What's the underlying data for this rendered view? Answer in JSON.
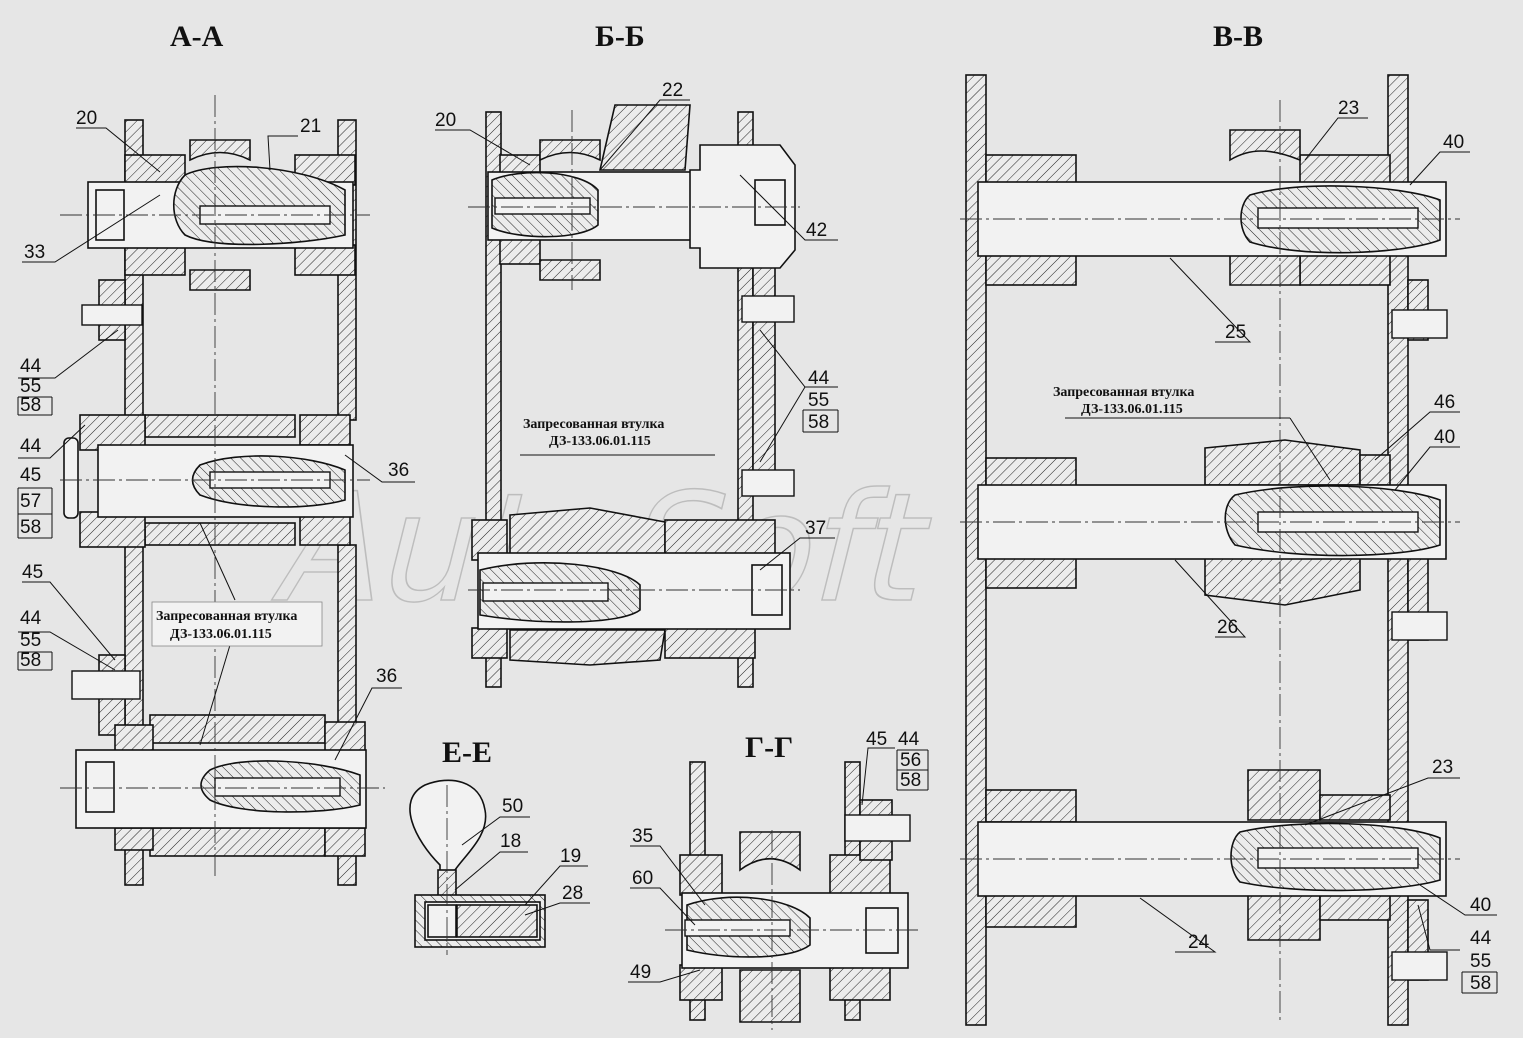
{
  "sections": {
    "aa": "А-А",
    "bb": "Б-Б",
    "vv": "В-В",
    "ee": "Е-Е",
    "gg": "Г-Г"
  },
  "note": {
    "line1": "Запресованная втулка",
    "line2": "ДЗ-133.06.01.115"
  },
  "watermark": "AutoSoft",
  "callouts": {
    "aa": [
      "20",
      "21",
      "33",
      "44",
      "55",
      "58",
      "44",
      "45",
      "57",
      "58",
      "36",
      "45",
      "44",
      "55",
      "58",
      "36"
    ],
    "bb": [
      "20",
      "22",
      "42",
      "44",
      "55",
      "58",
      "37"
    ],
    "vv": [
      "23",
      "40",
      "25",
      "46",
      "40",
      "26",
      "23",
      "40",
      "24",
      "44",
      "55",
      "58"
    ],
    "ee": [
      "50",
      "18",
      "19",
      "28"
    ],
    "gg": [
      "45",
      "44",
      "56",
      "58",
      "35",
      "60",
      "49"
    ]
  }
}
